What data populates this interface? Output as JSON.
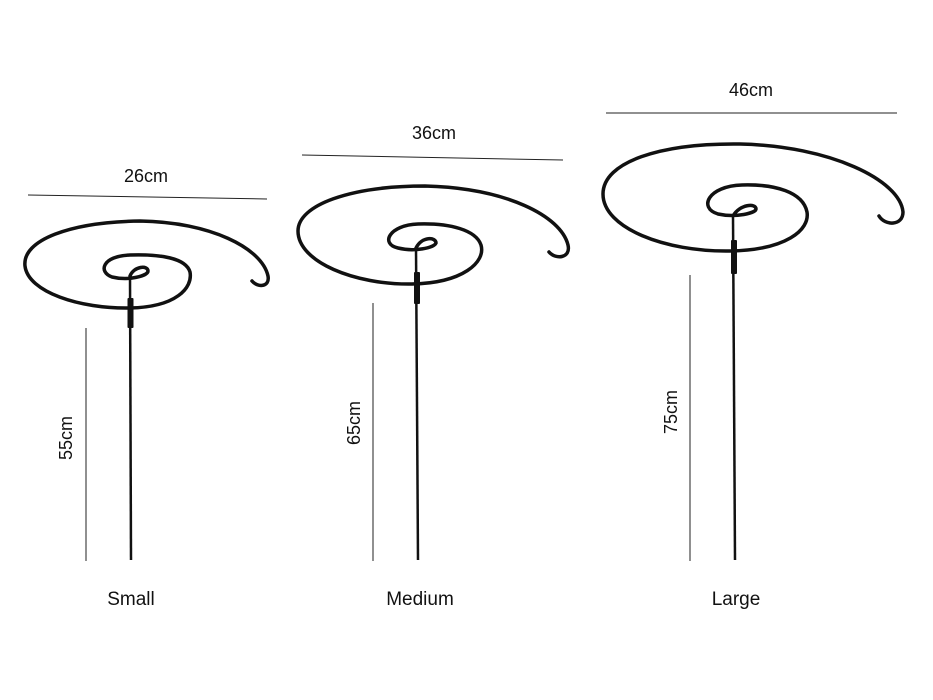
{
  "products": [
    {
      "id": "small",
      "size_label": "Small",
      "width_label": "26cm",
      "height_label": "55cm"
    },
    {
      "id": "medium",
      "size_label": "Medium",
      "width_label": "36cm",
      "height_label": "65cm"
    },
    {
      "id": "large",
      "size_label": "Large",
      "width_label": "46cm",
      "height_label": "75cm"
    }
  ],
  "colors": {
    "wire": "#111111",
    "dimension_line": "#222222",
    "background": "#ffffff"
  }
}
